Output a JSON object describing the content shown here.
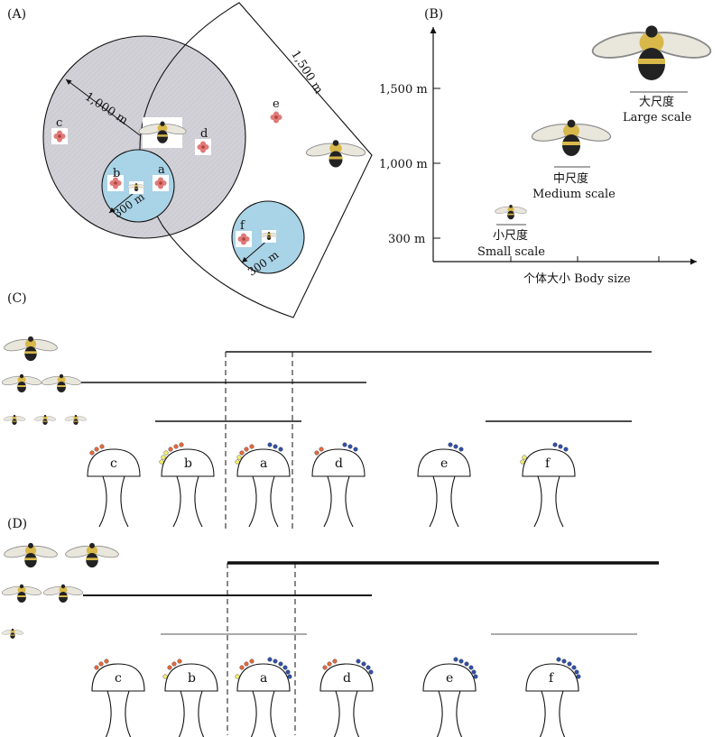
{
  "panels": {
    "a": "(A)",
    "b": "(B)",
    "c": "(C)",
    "d": "(D)"
  },
  "panel_a": {
    "radius_large": "1,000 m",
    "radius_sector": "1,500 m",
    "radius_small_1": "300 m",
    "radius_small_2": "300 m",
    "flowers": {
      "a": "a",
      "b": "b",
      "c": "c",
      "d": "d",
      "e": "e",
      "f": "f"
    }
  },
  "panel_b": {
    "y_ticks": [
      "1,500 m",
      "1,000 m",
      "300 m"
    ],
    "x_label": "个体大小 Body size",
    "large_cn": "大尺度",
    "large_en": "Large scale",
    "medium_cn": "中尺度",
    "medium_en": "Medium scale",
    "small_cn": "小尺度",
    "small_en": "Small scale"
  },
  "panel_c": {
    "plants": [
      "c",
      "b",
      "a",
      "d",
      "e",
      "f"
    ]
  },
  "panel_d": {
    "plants": [
      "c",
      "b",
      "a",
      "d",
      "e",
      "f"
    ]
  },
  "colors": {
    "large_circle": "#d3d1d8",
    "small_circle": "#a9d3e6",
    "orange_pollen": "#e8673a",
    "yellow_pollen": "#f3ee6a",
    "blue_pollen": "#2f4fa8",
    "flower_pink": "#e07a78"
  }
}
